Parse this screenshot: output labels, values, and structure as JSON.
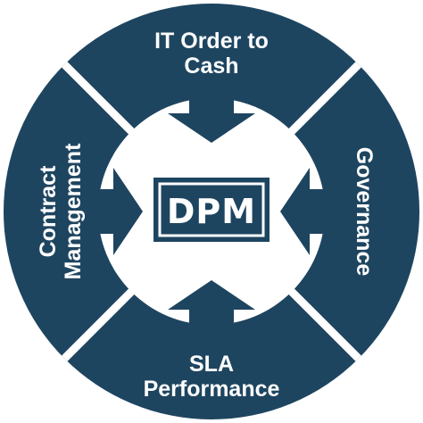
{
  "diagram": {
    "center_label": "DPM",
    "segments": {
      "top": {
        "line1": "IT Order to",
        "line2": "Cash"
      },
      "right": {
        "line1": "Governance"
      },
      "bottom": {
        "line1": "SLA",
        "line2": "Performance"
      },
      "left": {
        "line1": "Contract",
        "line2": "Management"
      }
    },
    "colors": {
      "ring": "#1e4560",
      "background": "#ffffff",
      "text": "#ffffff"
    }
  }
}
